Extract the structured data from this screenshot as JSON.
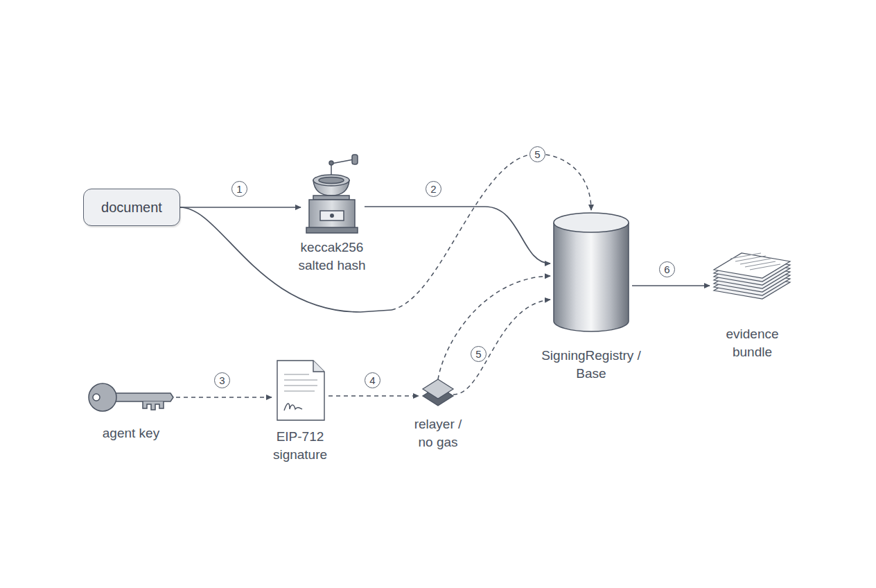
{
  "diagram": {
    "nodes": [
      {
        "text": [
          "document"
        ]
      },
      {
        "text": [
          "keccak256 salted hash"
        ]
      },
      {
        "text": [
          "SigningRegistry / Base"
        ]
      },
      {
        "text": [
          "evidence bundle"
        ]
      },
      {
        "text": [
          "agent key"
        ]
      },
      {
        "text": [
          "EIP-712 signature"
        ]
      },
      {
        "text": [
          "relayer / no gas"
        ]
      }
    ],
    "edges": [
      {
        "from": 0,
        "to": 1,
        "label": "1",
        "arrow": "to"
      },
      {
        "from": 1,
        "to": 2,
        "label": "2",
        "arrow": "to"
      },
      {
        "from": 0,
        "to": 2,
        "label": "5",
        "arrow": "to"
      },
      {
        "from": 4,
        "to": 5,
        "label": "3",
        "arrow": "to"
      },
      {
        "from": 5,
        "to": 6,
        "label": "4",
        "arrow": "to"
      },
      {
        "from": 6,
        "to": 2,
        "arrow": "to"
      },
      {
        "from": 6,
        "to": 2,
        "label": "5",
        "arrow": "to"
      },
      {
        "from": 2,
        "to": 3,
        "label": "6",
        "arrow": "to"
      }
    ]
  }
}
